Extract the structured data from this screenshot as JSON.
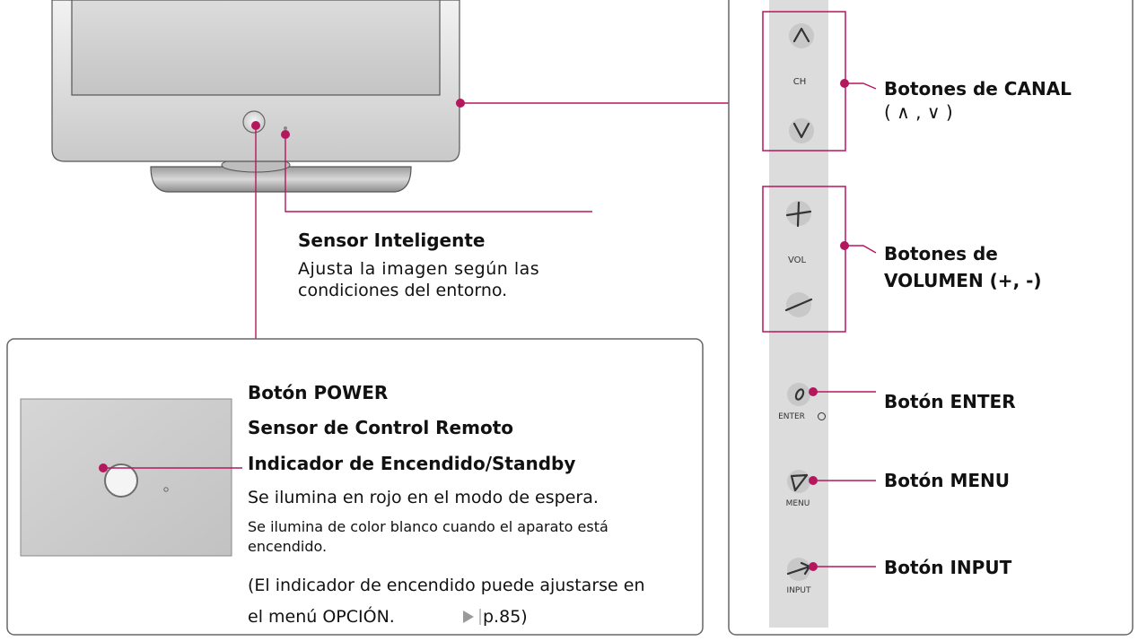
{
  "sensor": {
    "title": "Sensor Inteligente",
    "desc_line1": "Ajusta la imagen según las",
    "desc_line2": "condiciones del entorno."
  },
  "power_box": {
    "title_power": "Botón POWER",
    "title_remote": "Sensor de Control Remoto",
    "title_indicator": "Indicador de Encendido/Standby",
    "red_text": "Se ilumina en rojo en el modo de espera.",
    "white_text_1": "Se ilumina de color blanco cuando el aparato está",
    "white_text_2": "encendido.",
    "note_1": "(El indicador de encendido puede ajustarse en",
    "note_2_prefix": "el menú OPCIÓN.",
    "note_2_page": "p.85)"
  },
  "panel": {
    "ch_label": "CH",
    "vol_label": "VOL",
    "enter_label": "ENTER",
    "menu_label": "MENU",
    "input_label": "INPUT",
    "canal_line1": "Botones de CANAL",
    "canal_line2": "( ∧ , ∨ )",
    "vol_line1": "Botones de",
    "vol_line2": "VOLUMEN (+, -)",
    "enter_text": "Botón ENTER",
    "menu_text": "Botón MENU",
    "input_text": "Botón INPUT"
  },
  "colors": {
    "accent": "#b5175e",
    "border": "#666666",
    "panel_strip": "#dcdcdc"
  }
}
